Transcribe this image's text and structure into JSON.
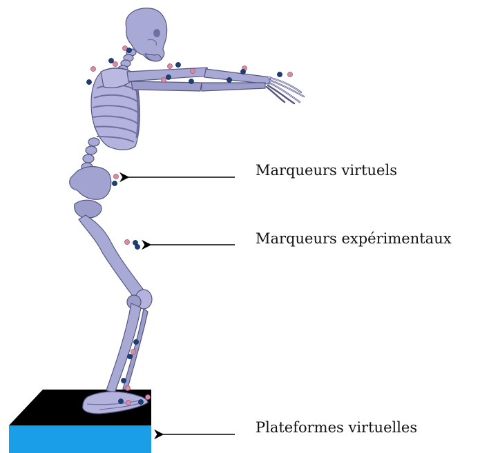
{
  "labels": {
    "virtual_markers": "Marqueurs virtuels",
    "experimental_markers": "Marqueurs expérimentaux",
    "virtual_platforms": "Plateformes virtuelles"
  },
  "colors": {
    "bone": "#a9a9d6",
    "bone_shadow": "#6f6fa3",
    "bone_outline": "#55557f",
    "virtual_marker": "#d98aa6",
    "experimental_marker": "#1c3f78",
    "platform_top": "#000000",
    "platform_front": "#1a9ee8",
    "arrow": "#000000"
  }
}
